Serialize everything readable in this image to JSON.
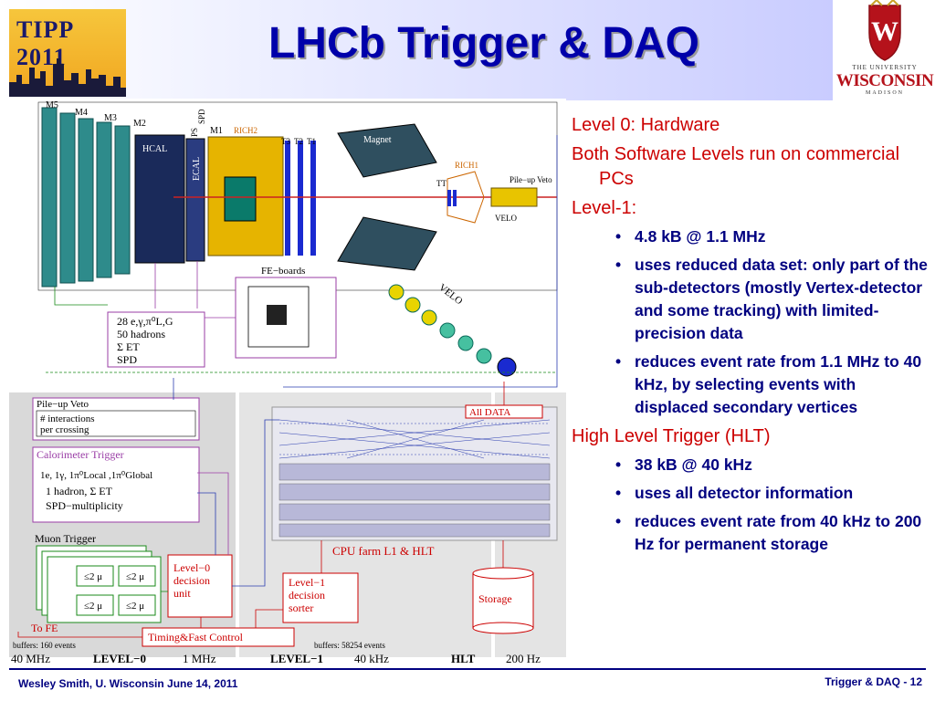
{
  "header": {
    "title": "LHCb Trigger & DAQ",
    "tipp_logo_text": "TIPP 2011",
    "uw_logo": {
      "line1": "THE UNIVERSITY",
      "line2": "WISCONSIN",
      "line3": "MADISON"
    }
  },
  "diagram": {
    "muon_stations": [
      "M5",
      "M4",
      "M3",
      "M2",
      "M1"
    ],
    "hcal": "HCAL",
    "ecal": "ECAL",
    "ps": "PS",
    "spd": "SPD",
    "rich2": "RICH2",
    "t_stations": [
      "T3",
      "T2",
      "T1"
    ],
    "magnet": "Magnet",
    "rich1": "RICH1",
    "tt": "TT",
    "pileup_veto": "Pile−up Veto",
    "velo": "VELO",
    "velo_lower": "VELO",
    "fe_boards": "FE−boards",
    "fe_list": [
      "28 e,γ,π⁰L,G",
      "50 hadrons",
      "Σ ET",
      "SPD"
    ],
    "pileup_box_title": "Pile−up Veto",
    "pileup_box_text": [
      "# interactions",
      "per crossing"
    ],
    "calo_trigger_title": "Calorimeter Trigger",
    "calo_trigger_text": [
      "1e, 1γ, 1π⁰Local ,1π⁰Global",
      "1 hadron,   Σ ET",
      "SPD−multiplicity"
    ],
    "muon_trigger_title": "Muon Trigger",
    "muon_cells": [
      "≤2 μ",
      "≤2 μ",
      "≤2 μ",
      "≤2 μ"
    ],
    "all_data": "All DATA",
    "cpu_farm": "CPU farm L1  &  HLT",
    "level0_unit": [
      "Level−0",
      "decision",
      "unit"
    ],
    "level1_sorter": [
      "Level−1",
      "decision",
      "sorter"
    ],
    "storage": "Storage",
    "to_fe": "To FE",
    "tfc": "Timing&Fast Control",
    "buffers_l0": "buffers: 160 events",
    "buffers_l1": "buffers: 58254 events",
    "rate_bar": {
      "l0_in": "40 MHz",
      "l0_label": "LEVEL−0",
      "l0_out": "1 MHz",
      "l1_label": "LEVEL−1",
      "l1_out": "40 kHz",
      "hlt_label": "HLT",
      "hlt_out": "200 Hz"
    }
  },
  "content": {
    "l0_title": "Level 0: Hardware",
    "software_levels": "Both Software Levels run on commercial PCs",
    "l1_title": "Level-1:",
    "l1_bullets": [
      "4.8 kB @ 1.1 MHz",
      "uses reduced data set: only part of the sub-detectors (mostly Vertex-detector and some tracking) with limited-precision data",
      "reduces event rate from 1.1 MHz to 40 kHz, by selecting events with displaced secondary vertices"
    ],
    "hlt_title": "High Level Trigger (HLT)",
    "hlt_bullets": [
      "38 kB @ 40 kHz",
      "uses all detector information",
      "reduces event rate from 40 kHz to 200 Hz for permanent storage"
    ]
  },
  "footer": {
    "left": "Wesley Smith, U. Wisconsin June 14, 2011",
    "right": "Trigger & DAQ -  12"
  },
  "colors": {
    "title": "#0000aa",
    "level1_text": "#cc0000",
    "level2_text": "#000080",
    "footer": "#000080"
  }
}
